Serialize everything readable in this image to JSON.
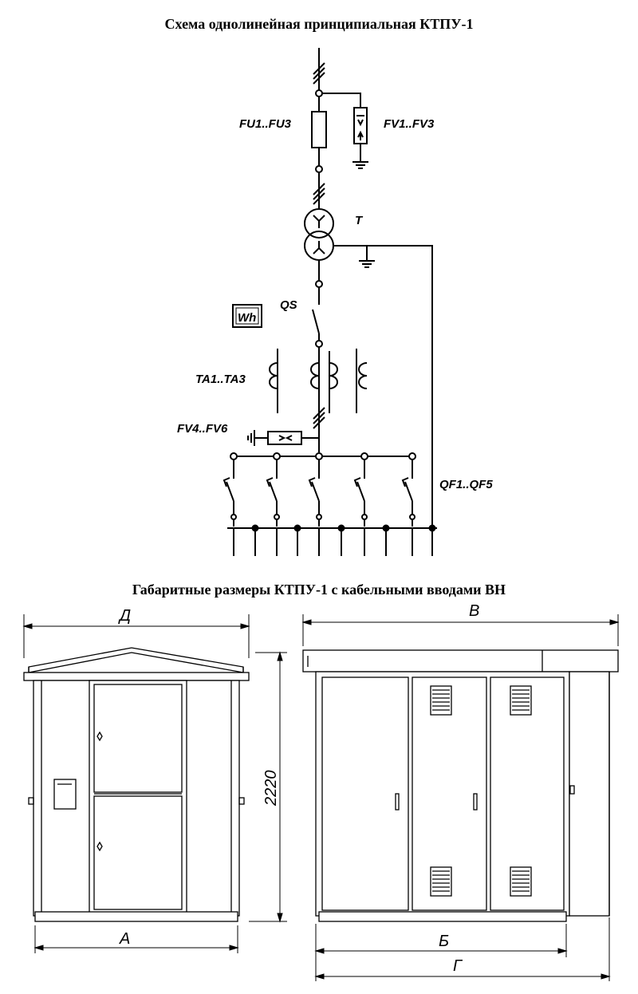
{
  "titles": {
    "schematic": "Схема однолинейная принципиальная КТПУ-1",
    "dimensions": "Габаритные размеры КТПУ-1 с кабельными вводами ВН"
  },
  "schematic_labels": {
    "fuses": "FU1..FU3",
    "hv_arresters": "FV1..FV3",
    "transformer": "T",
    "switch": "QS",
    "meter": "Wh",
    "current_transformers": "TA1..TA3",
    "lv_arresters": "FV4..FV6",
    "breakers": "QF1..QF5"
  },
  "dimension_labels": {
    "front_width_top": "Д",
    "front_width_bottom": "А",
    "height": "2220",
    "side_width_top": "В",
    "side_width_middle": "Б",
    "side_width_bottom": "Г"
  }
}
